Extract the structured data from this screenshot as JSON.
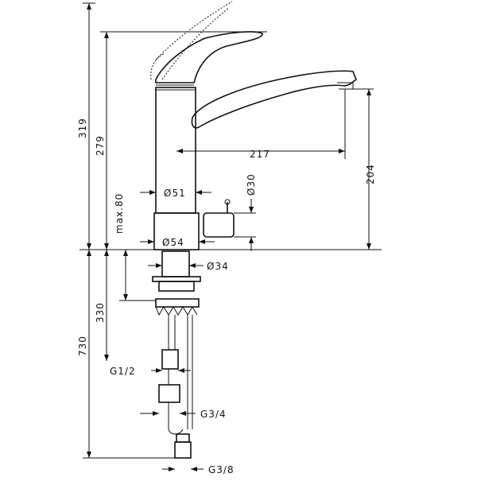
{
  "dims": {
    "overall_height_upper": "319",
    "spout_height_from_base": "279",
    "max_deck_thickness": "max.80",
    "below_deck_to_hoses": "330",
    "hose_length_total": "730",
    "spout_reach": "217",
    "spout_outlet_height": "204",
    "body_diameter": "Ø51",
    "base_diameter": "Ø54",
    "shank_diameter": "Ø34",
    "side_valve_diameter": "Ø30",
    "thread_inlet": "G1/2",
    "thread_hose": "G3/4",
    "thread_bottom": "G3/8"
  }
}
